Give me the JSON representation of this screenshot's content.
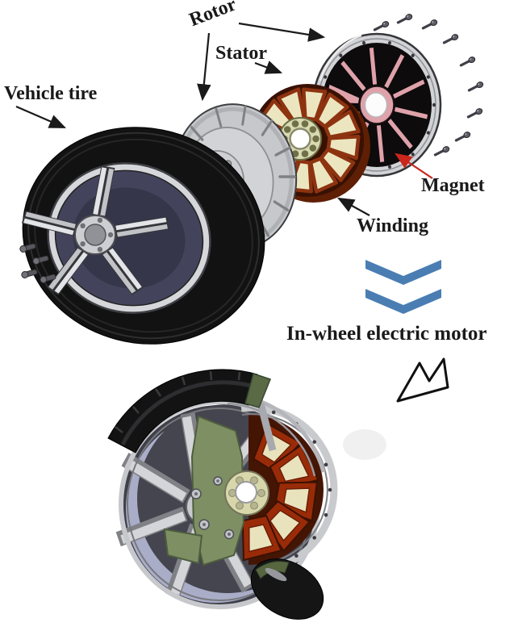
{
  "diagram": {
    "labels": {
      "vehicle_tire": "Vehicle tire",
      "rotor": "Rotor",
      "stator": "Stator",
      "magnet": "Magnet",
      "winding": "Winding"
    },
    "caption": "In-wheel electric motor",
    "colors": {
      "chevron_blue": "#4a7eb3",
      "magnet_arrow_red": "#c9261c",
      "label_text": "#1a1a1a",
      "magnet_pink": "#dfa2aa",
      "winding_cream": "#ece6c0",
      "stator_copper": "#8d3310",
      "plate_green": "#7e8f64"
    },
    "icons": {
      "flow": "double-chevron-down",
      "pointer": "outline-arrow-down-left"
    }
  }
}
